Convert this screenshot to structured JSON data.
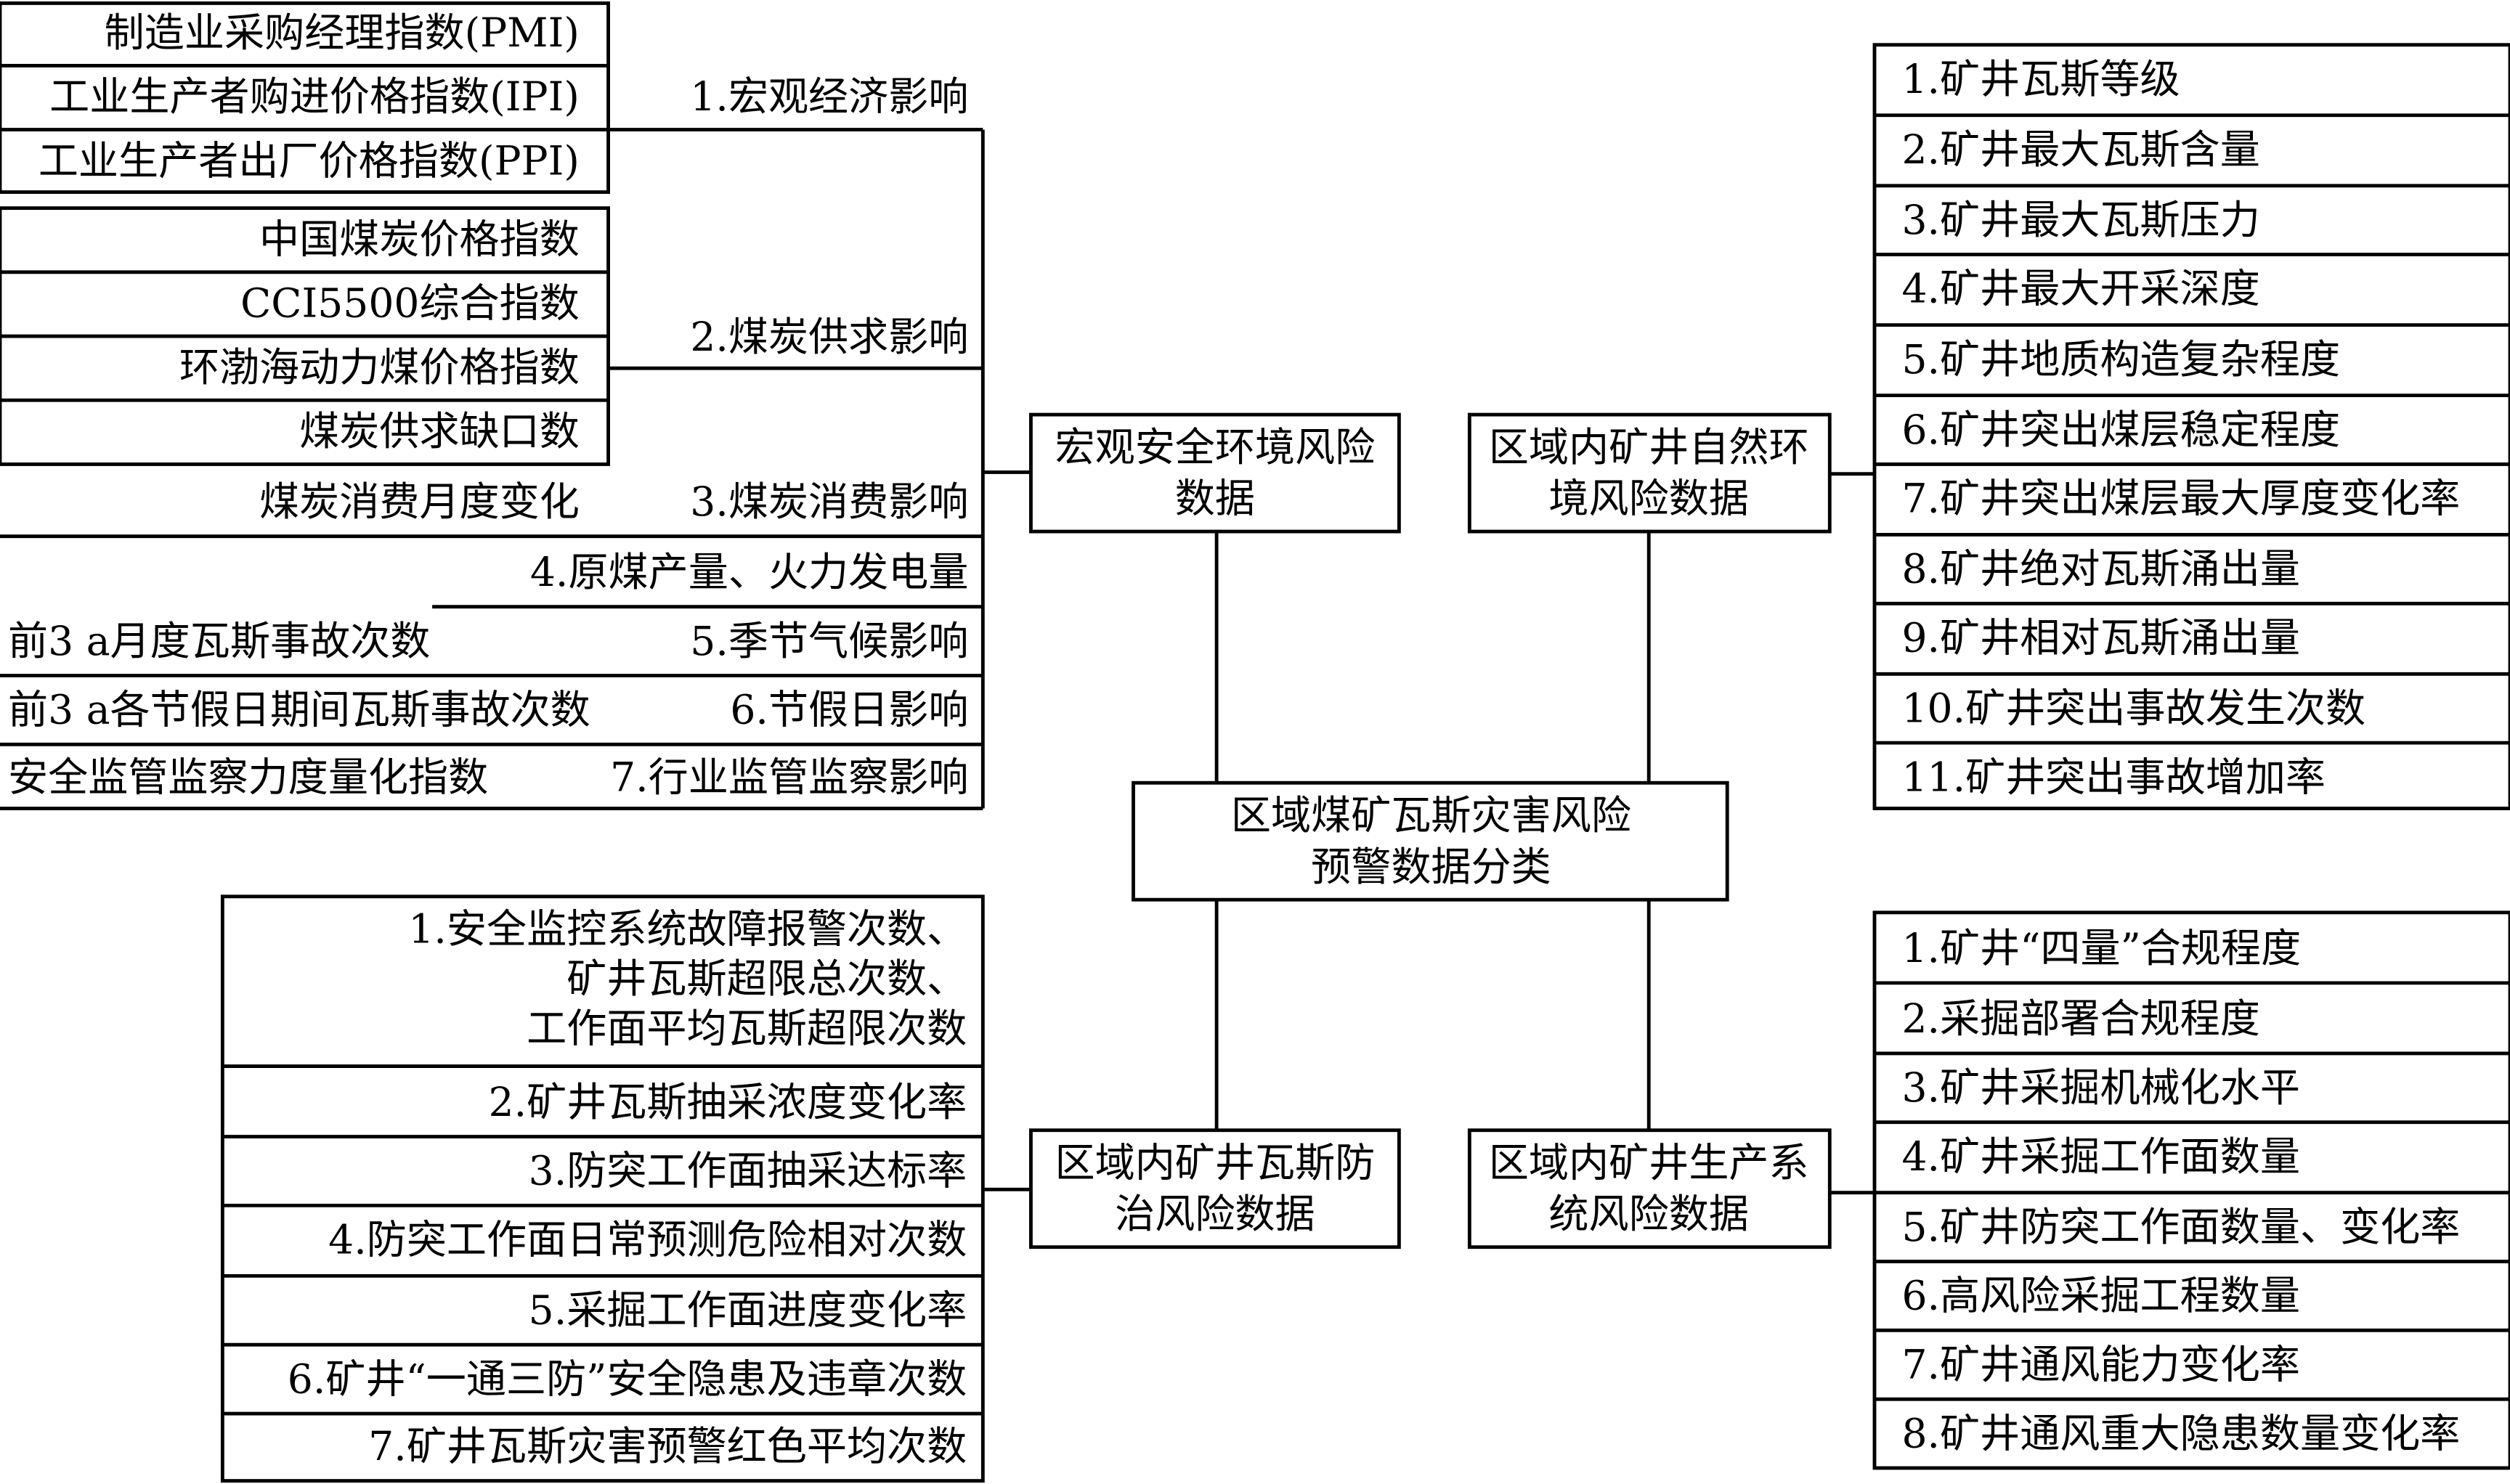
{
  "center": "区域煤矿瓦斯灾害风险预警数据分类",
  "macro": {
    "title": "宏观安全环境风险数据",
    "categories": [
      "1.宏观经济影响",
      "2.煤炭供求影响",
      "3.煤炭消费影响",
      "4.原煤产量、火力发电量",
      "5.季节气候影响",
      "6.节假日影响",
      "7.行业监管监察影响"
    ],
    "economic_indicators": [
      "制造业采购经理指数(PMI)",
      "工业生产者购进价格指数(IPI)",
      "工业生产者出厂价格指数(PPI)"
    ],
    "supply_indicators": [
      "中国煤炭价格指数",
      "CCI5500综合指数",
      "环渤海动力煤价格指数",
      "煤炭供求缺口数"
    ],
    "consumption_indicator": "煤炭消费月度变化",
    "season_indicator": "前3 a月度瓦斯事故次数",
    "holiday_indicator": "前3 a各节假日期间瓦斯事故次数",
    "supervision_indicator": "安全监管监察力度量化指数"
  },
  "natural": {
    "title": "区域内矿井自然环境风险数据",
    "items": [
      "1.矿井瓦斯等级",
      "2.矿井最大瓦斯含量",
      "3.矿井最大瓦斯压力",
      "4.矿井最大开采深度",
      "5.矿井地质构造复杂程度",
      "6.矿井突出煤层稳定程度",
      "7.矿井突出煤层最大厚度变化率",
      "8.矿井绝对瓦斯涌出量",
      "9.矿井相对瓦斯涌出量",
      "10.矿井突出事故发生次数",
      "11.矿井突出事故增加率"
    ]
  },
  "prevention": {
    "title": "区域内矿井瓦斯防治风险数据",
    "item1_lines": [
      "1.安全监控系统故障报警次数、",
      "矿井瓦斯超限总次数、",
      "工作面平均瓦斯超限次数"
    ],
    "items": [
      "2.矿井瓦斯抽采浓度变化率",
      "3.防突工作面抽采达标率",
      "4.防突工作面日常预测危险相对次数",
      "5.采掘工作面进度变化率",
      "6.矿井“一通三防”安全隐患及违章次数",
      "7.矿井瓦斯灾害预警红色平均次数"
    ]
  },
  "production": {
    "title": "区域内矿井生产系统风险数据",
    "items": [
      "1.矿井“四量”合规程度",
      "2.采掘部署合规程度",
      "3.矿井采掘机械化水平",
      "4.矿井采掘工作面数量",
      "5.矿井防突工作面数量、变化率",
      "6.高风险采掘工程数量",
      "7.矿井通风能力变化率",
      "8.矿井通风重大隐患数量变化率"
    ]
  }
}
